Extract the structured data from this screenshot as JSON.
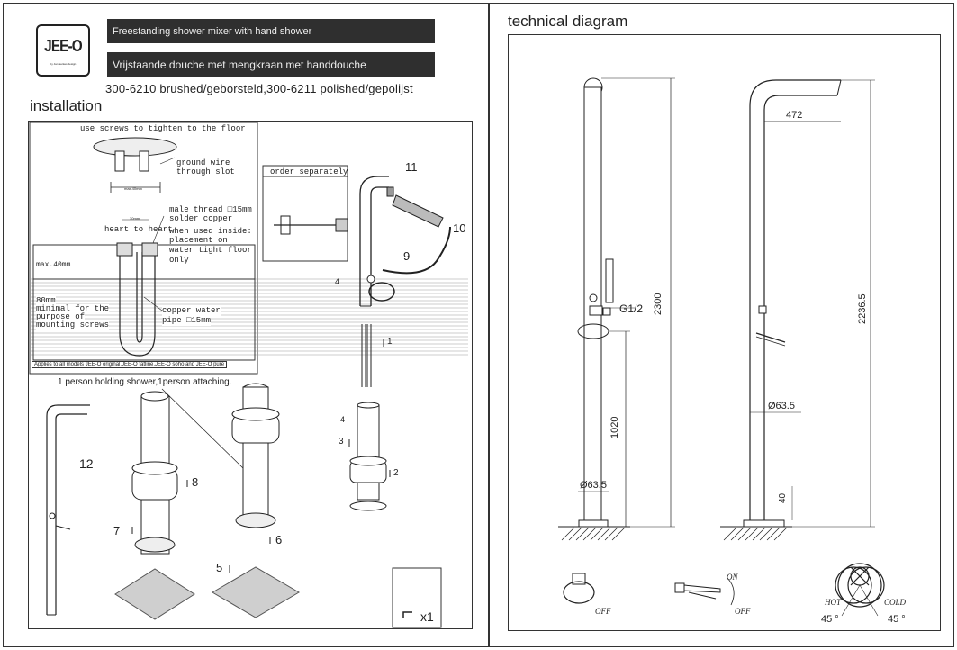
{
  "brand": {
    "logo_text": "JEE-O",
    "logo_small": "by Jan Eerkes design"
  },
  "header": {
    "title_en": "Freestanding shower mixer with hand shower",
    "title_nl": "Vrijstaande douche met mengkraan met  handdouche",
    "models": "300-6210 brushed/geborsteld,300-6211 polished/gepolijst"
  },
  "sections": {
    "installation": "installation",
    "technical": "technical diagram"
  },
  "install_notes": {
    "screws": "use screws to tighten to the floor",
    "ground_wire_1": "ground wire",
    "ground_wire_2": "through slot",
    "max_mm": "max.40mm",
    "spacing": "30mm",
    "heart": "heart to heart",
    "male_thread_1": "male thread □15mm",
    "male_thread_2": "solder copper",
    "inside_1": "when used inside:",
    "inside_2": "placement on",
    "inside_3": "water tight floor",
    "inside_4": "only",
    "max40": "max.40mm",
    "mm80_1": "80mm",
    "mm80_2": "minimal for the",
    "mm80_3": "purpose of",
    "mm80_4": "mounting screws",
    "pipe_1": "copper water",
    "pipe_2": "pipe □15mm",
    "applies": "Applies to all models JEE-O original,JEE-O fatline,JEE-O soho and JEE-O pure",
    "order_sep": "order separately",
    "persons": "1 person holding shower,1person attaching.",
    "qty": "x1"
  },
  "callouts": [
    "1",
    "2",
    "3",
    "4",
    "5",
    "6",
    "7",
    "8",
    "9",
    "10",
    "11",
    "12"
  ],
  "dimensions": {
    "g12": "G1/2",
    "h2300": "2300",
    "h1020": "1020",
    "d635a": "Ø63.5",
    "w472": "472",
    "h22365": "2236.5",
    "d635b": "Ø63.5",
    "h40": "40"
  },
  "operation": {
    "off_1": "OFF",
    "on": "ON",
    "off_2": "OFF",
    "hot": "HOT",
    "cold": "COLD",
    "deg_l": "45 °",
    "deg_r": "45 °"
  }
}
